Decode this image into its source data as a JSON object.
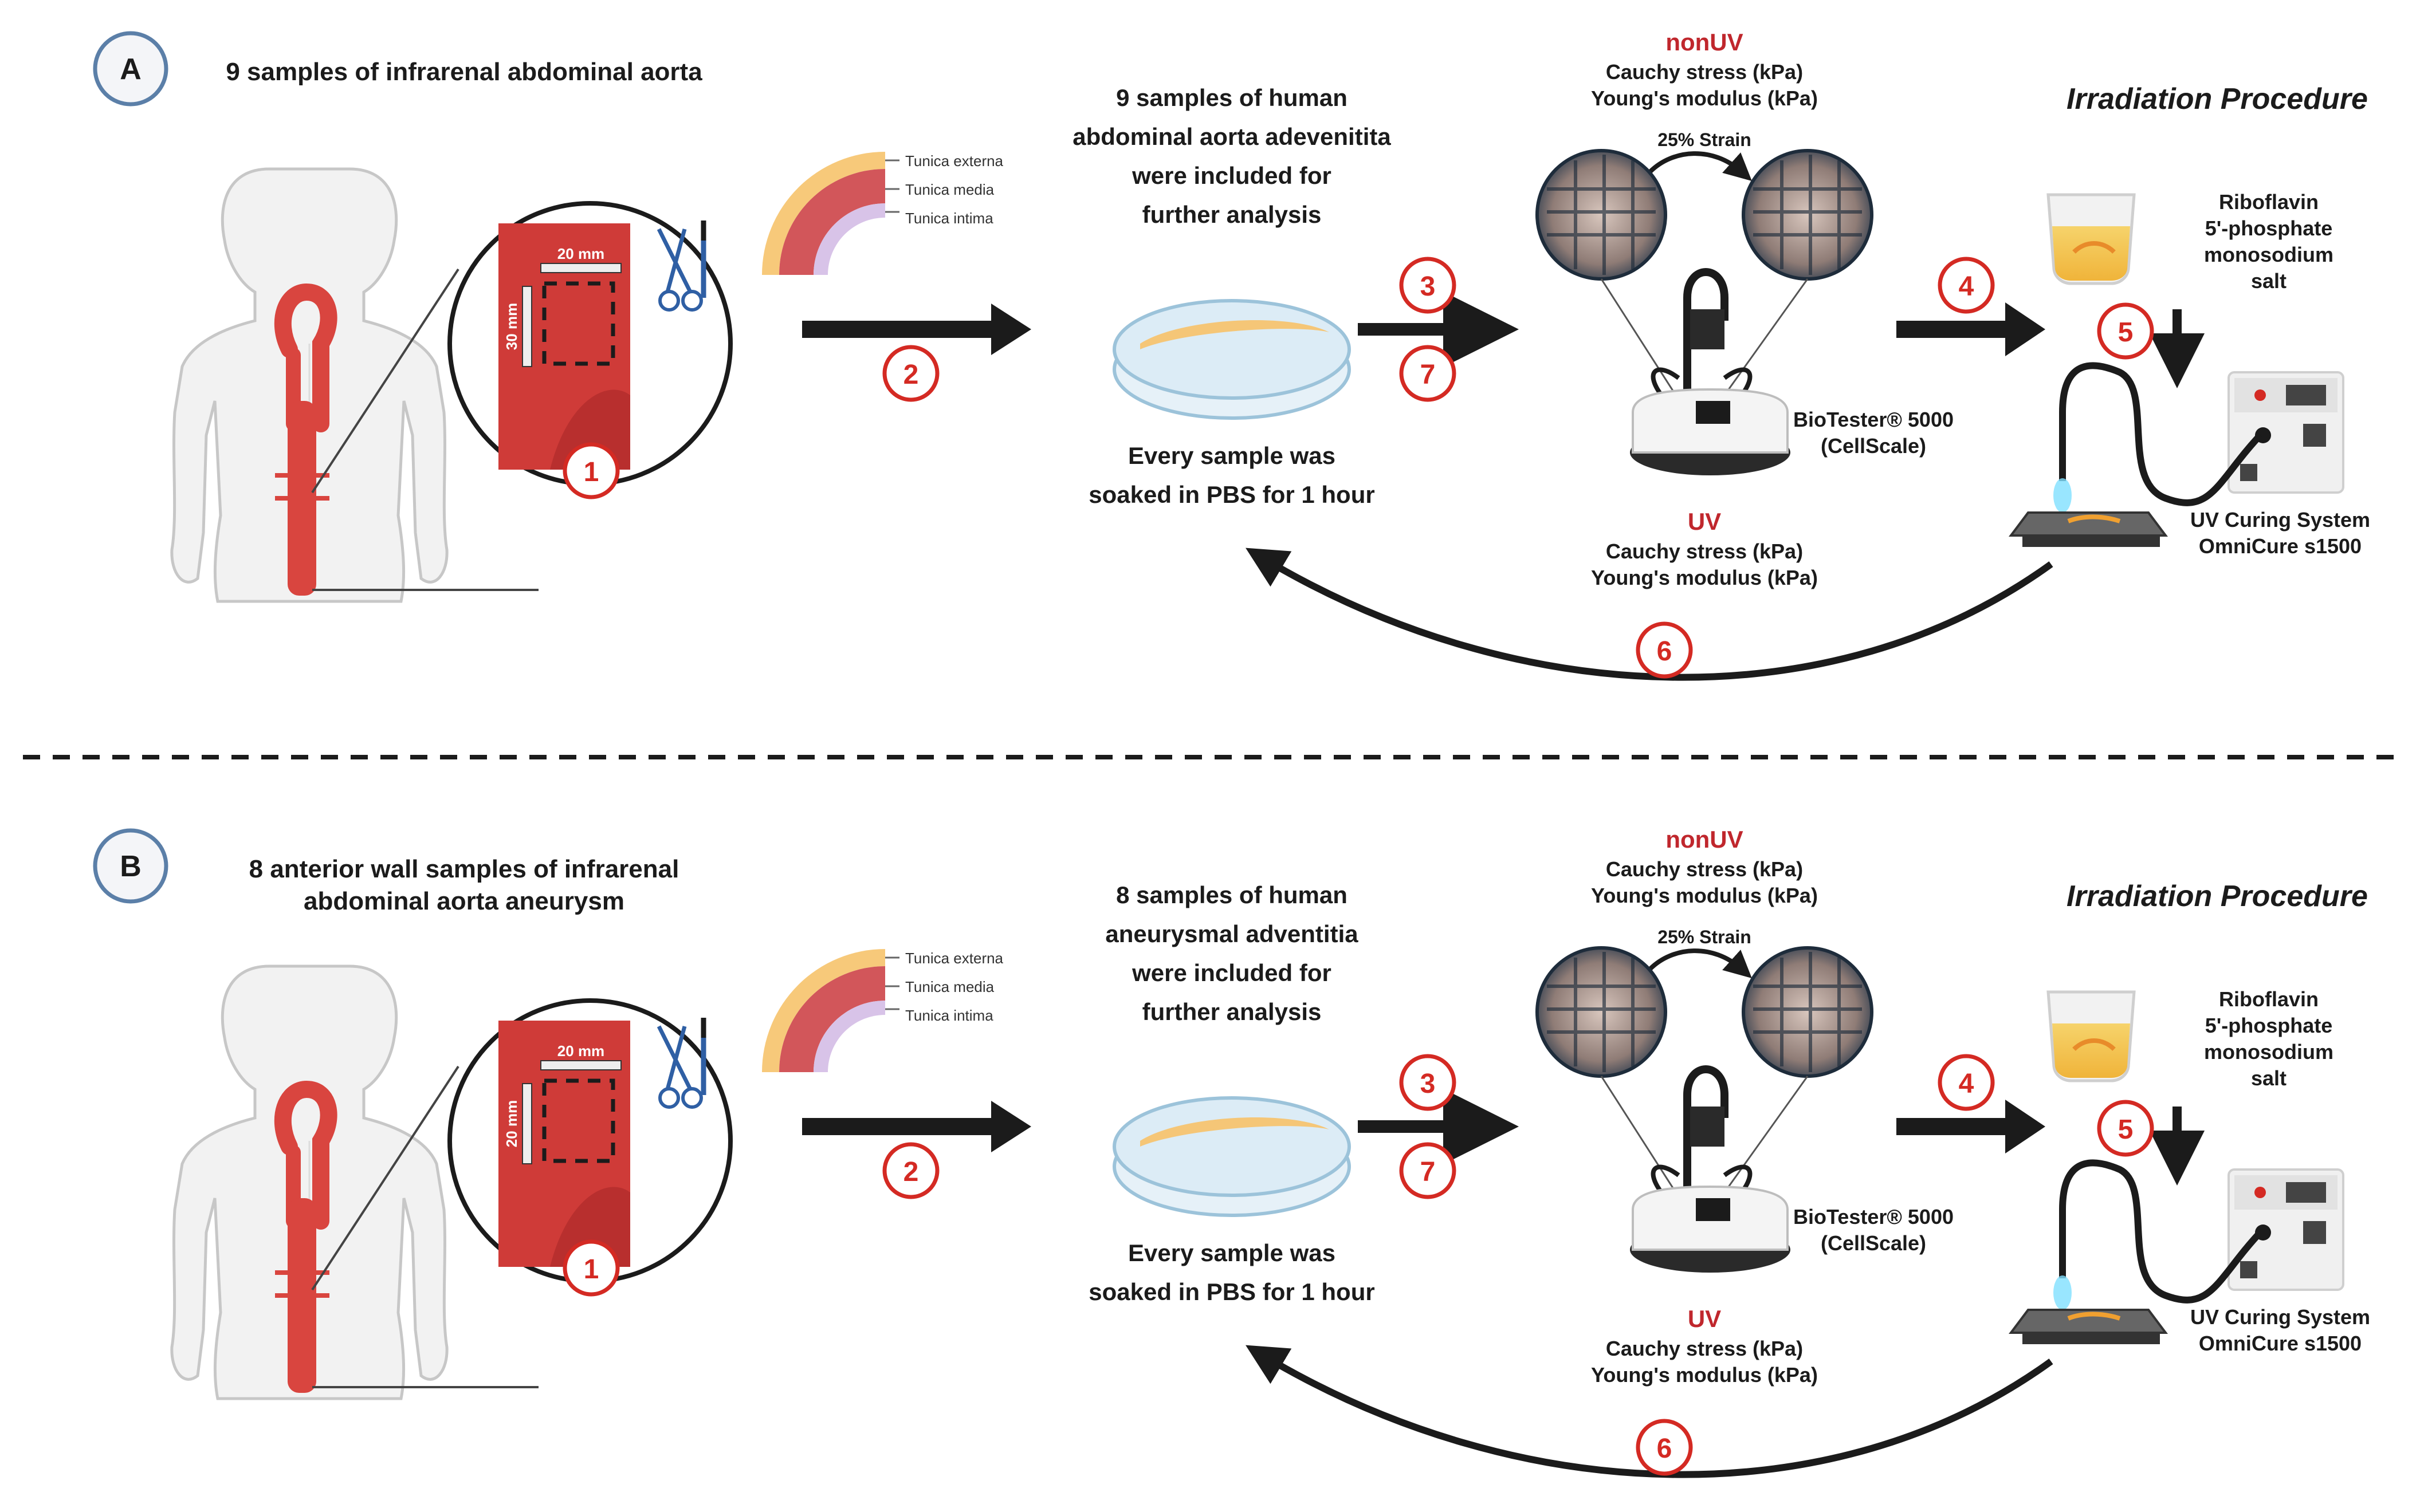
{
  "panels": [
    {
      "label": "A",
      "title_lines": [
        "9 samples of infrarenal abdominal aorta"
      ],
      "ruler_h": "20 mm",
      "ruler_v": "30 mm",
      "layers": [
        "Tunica externa",
        "Tunica media",
        "Tunica intima"
      ],
      "included_lines": [
        "9 samples of human",
        "abdominal aorta adevenitita",
        "were included for",
        "further analysis"
      ],
      "soak_lines": [
        "Every sample was",
        "soaked in PBS for 1 hour"
      ],
      "nonuv_label": "nonUV",
      "nonuv_lines": [
        "Cauchy stress (kPa)",
        "Young's modulus (kPa)"
      ],
      "strain": "25% Strain",
      "device_lines": [
        "BioTester® 5000",
        "(CellScale)"
      ],
      "uv_label": "UV",
      "uv_lines": [
        "Cauchy stress (kPa)",
        "Young's modulus (kPa)"
      ],
      "irradiation": "Irradiation Procedure",
      "riboflavin_lines": [
        "Riboflavin",
        "5'-phosphate",
        "monosodium",
        "salt"
      ],
      "curing_lines": [
        "UV Curing System",
        "OmniCure s1500"
      ],
      "steps": [
        "1",
        "2",
        "3",
        "7",
        "4",
        "5",
        "6"
      ]
    },
    {
      "label": "B",
      "title_lines": [
        "8 anterior wall samples of infrarenal",
        "abdominal aorta aneurysm"
      ],
      "ruler_h": "20 mm",
      "ruler_v": "20 mm",
      "layers": [
        "Tunica externa",
        "Tunica media",
        "Tunica intima"
      ],
      "included_lines": [
        "8 samples of human",
        "aneurysmal adventitia",
        "were included for",
        "further analysis"
      ],
      "soak_lines": [
        "Every sample was",
        "soaked in PBS for 1 hour"
      ],
      "nonuv_label": "nonUV",
      "nonuv_lines": [
        "Cauchy stress (kPa)",
        "Young's modulus (kPa)"
      ],
      "strain": "25% Strain",
      "device_lines": [
        "BioTester® 5000",
        "(CellScale)"
      ],
      "uv_label": "UV",
      "uv_lines": [
        "Cauchy stress (kPa)",
        "Young's modulus (kPa)"
      ],
      "irradiation": "Irradiation Procedure",
      "riboflavin_lines": [
        "Riboflavin",
        "5'-phosphate",
        "monosodium",
        "salt"
      ],
      "curing_lines": [
        "UV Curing System",
        "OmniCure s1500"
      ],
      "steps": [
        "1",
        "2",
        "3",
        "7",
        "4",
        "5",
        "6"
      ]
    }
  ],
  "colors": {
    "step_red": "#d42a23",
    "label_red": "#c0272d",
    "badge_stroke": "#5b7fa8",
    "vessel": "#d9453f",
    "arrow": "#1b1b1b",
    "body_fill": "#f2f2f2",
    "body_stroke": "#c7c7c7"
  },
  "icons": [
    "human-body-icon",
    "aorta-icon",
    "magnified-sample-icon",
    "scissors-icon",
    "scalpel-icon",
    "vessel-wall-layers-icon",
    "petri-dish-icon",
    "biotester-device-icon",
    "sample-micrograph-icon",
    "beaker-icon",
    "uv-lamp-icon",
    "uv-curing-system-icon"
  ]
}
